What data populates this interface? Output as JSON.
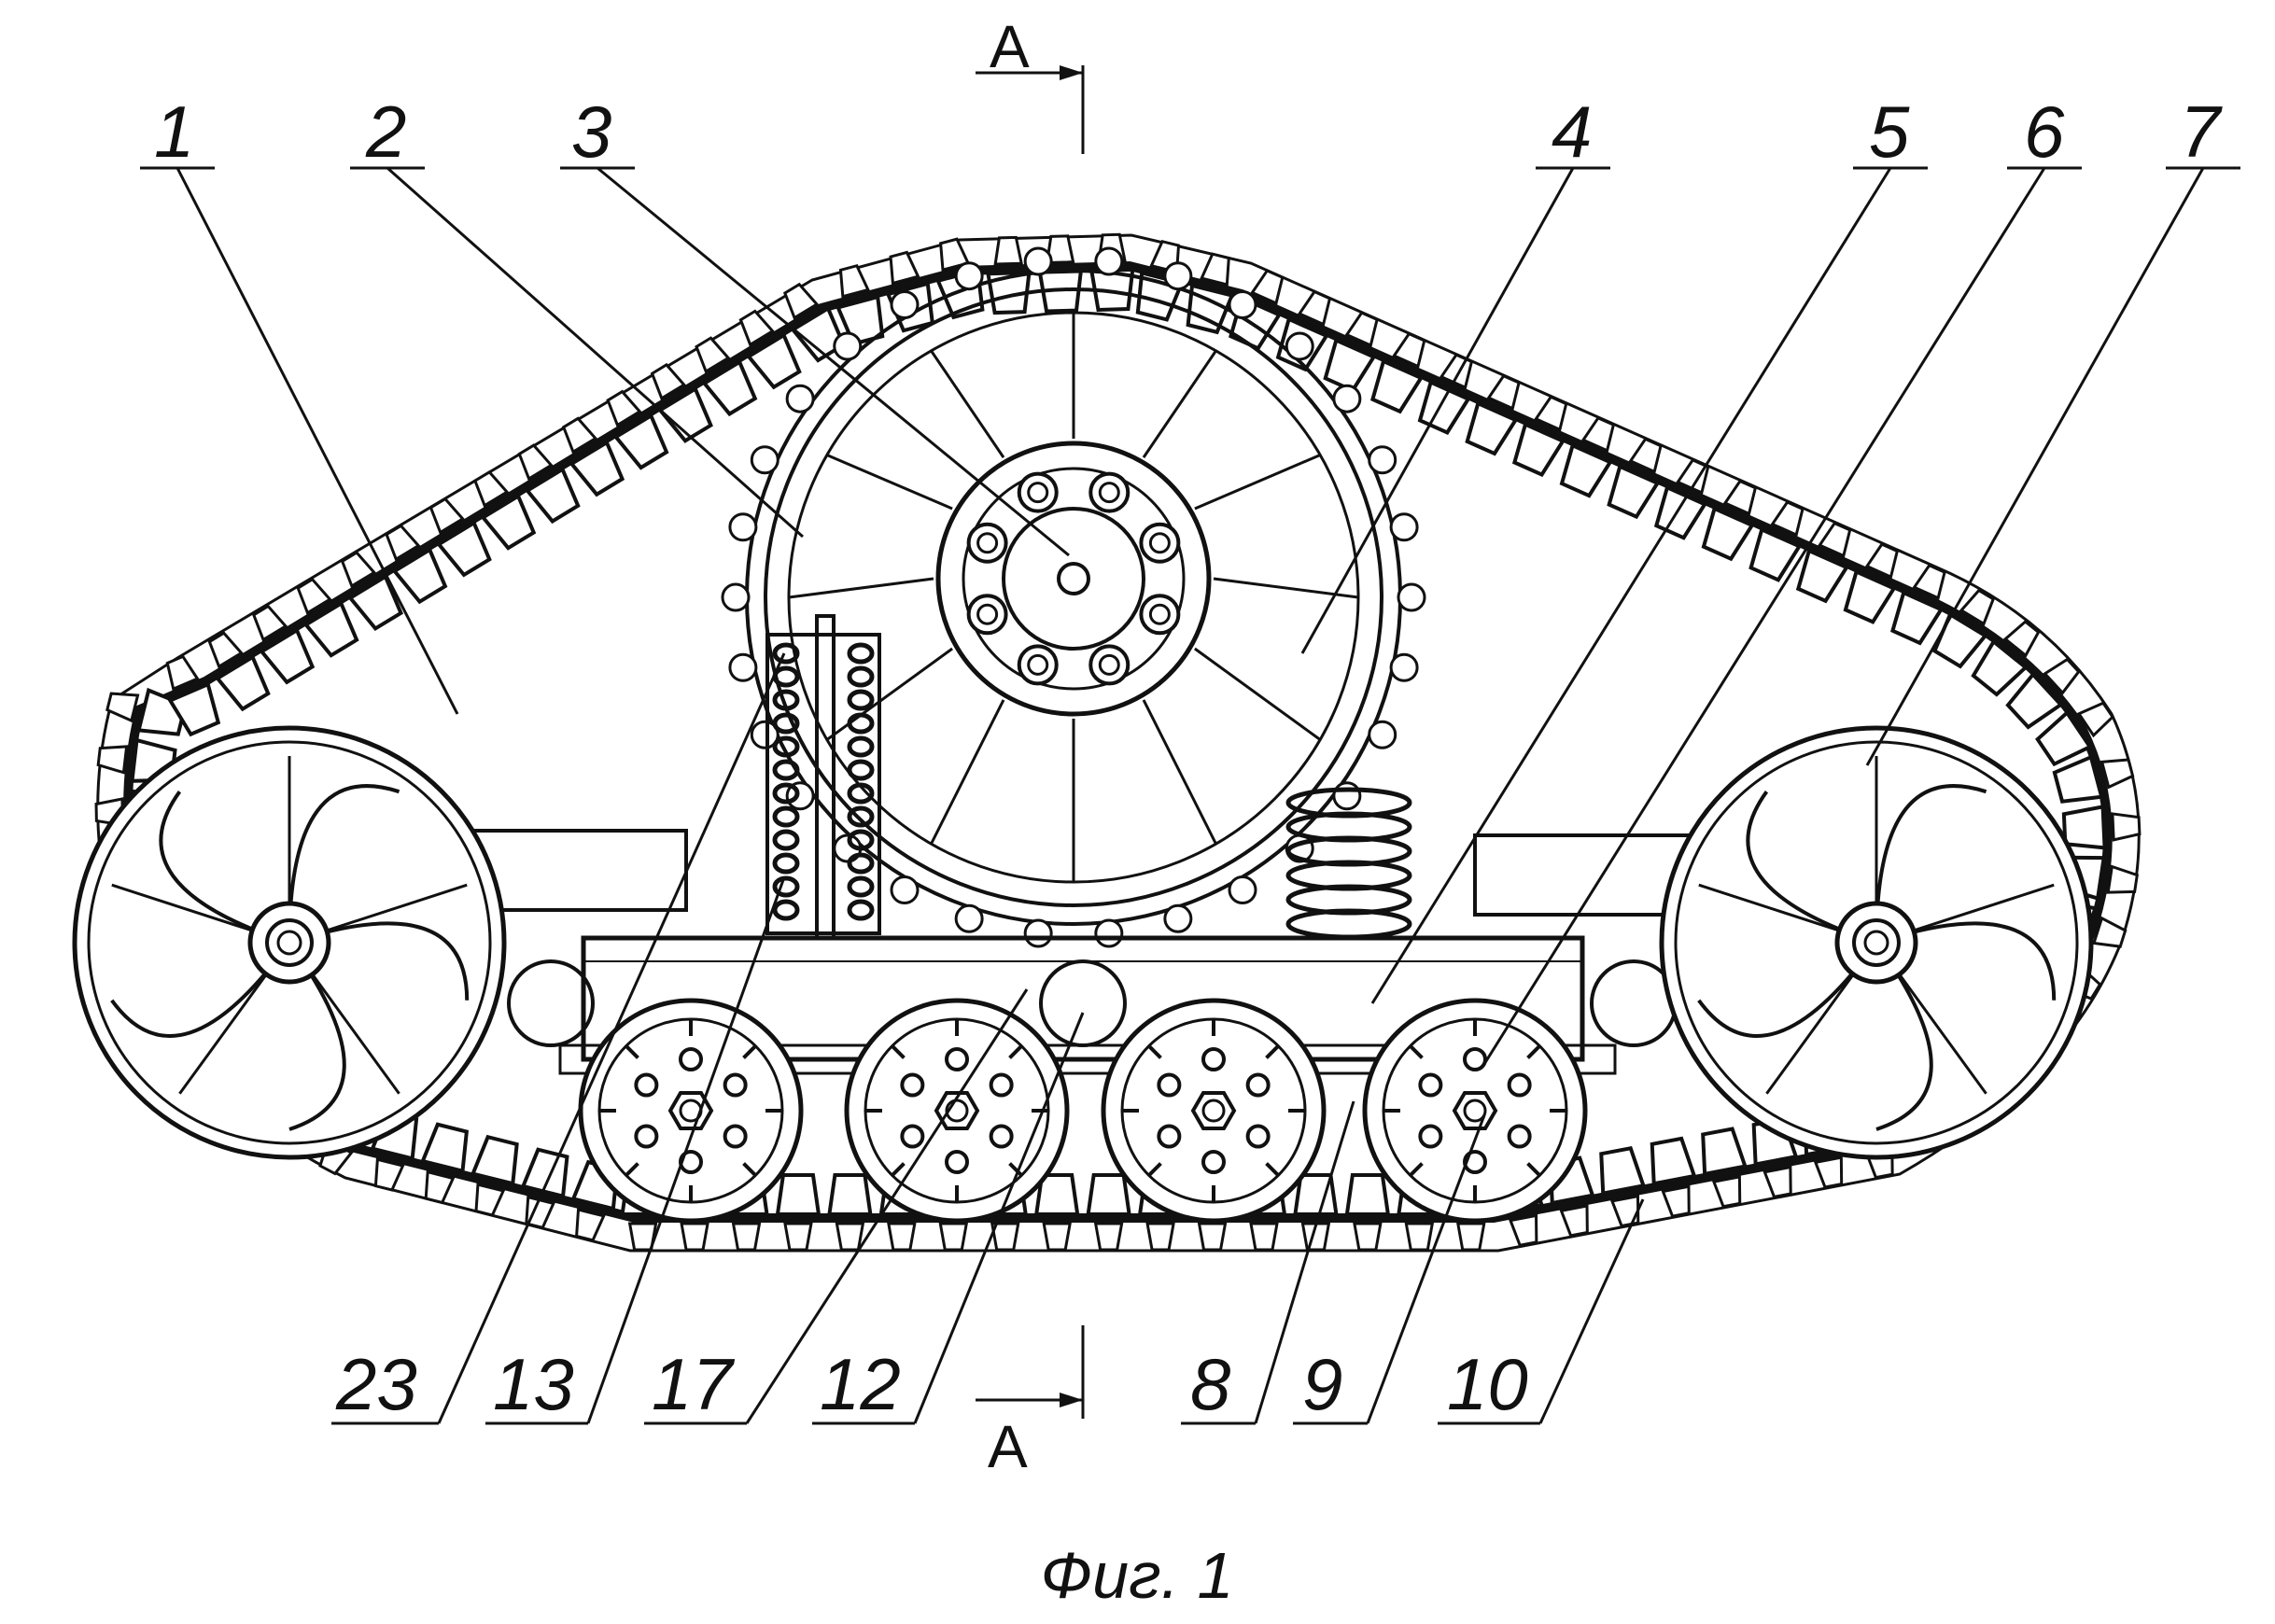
{
  "figure": {
    "caption": "Фиг. 1",
    "section_marks": [
      "А",
      "А"
    ],
    "top_labels": [
      "1",
      "2",
      "3",
      "4",
      "5",
      "6",
      "7"
    ],
    "bottom_labels": [
      "23",
      "13",
      "17",
      "12",
      "8",
      "9",
      "10"
    ]
  }
}
